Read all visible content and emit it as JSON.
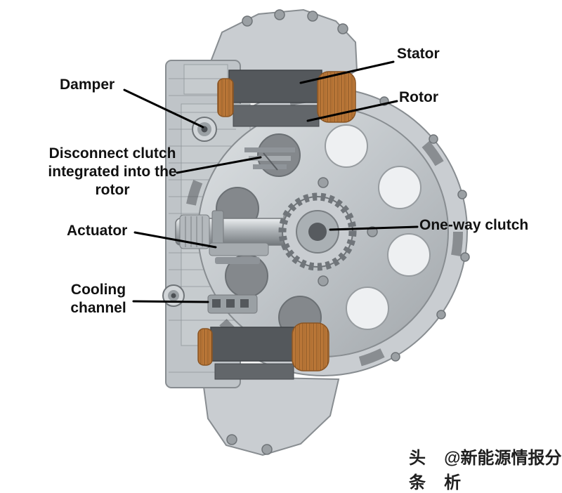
{
  "colors": {
    "bg": "#ffffff",
    "label-text": "#111111",
    "leader-line": "#000000",
    "metal-light": "#d6dadd",
    "metal-mid": "#b9bec2",
    "metal-dark": "#85898d",
    "steel-dark": "#54585c",
    "copper": "#c4803d",
    "copper-dark": "#8a5524",
    "watermark-text": "#1f1f1f"
  },
  "labels": {
    "damper": "Damper",
    "stator": "Stator",
    "rotor": "Rotor",
    "disconnect_line1": "Disconnect clutch",
    "disconnect_line2": "integrated into the",
    "disconnect_line3": "rotor",
    "actuator": "Actuator",
    "one_way_clutch": "One-way clutch",
    "cooling_line1": "Cooling",
    "cooling_line2": "channel"
  },
  "watermark": {
    "brand": "头条",
    "handle": "@新能源情报分析"
  }
}
